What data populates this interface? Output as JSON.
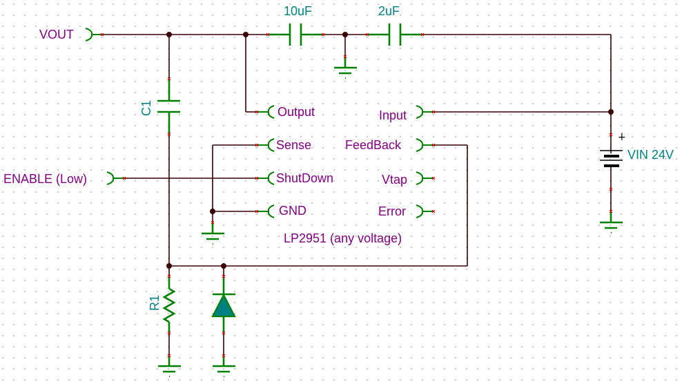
{
  "diagram": {
    "type": "electronic-schematic",
    "title": "LP2951 (any voltage)",
    "colors": {
      "wire": "#3a0000",
      "component": "#008000",
      "label_net": "#800080",
      "label_component": "#008080",
      "pin_marker": "#e00000",
      "battery": "#000000"
    },
    "ports": {
      "vout": "VOUT",
      "enable": "ENABLE (Low)"
    },
    "ic": {
      "name": "LP2951 (any voltage)",
      "pins_left": [
        "Output",
        "Sense",
        "ShutDown",
        "GND"
      ],
      "pins_right": [
        "Input",
        "FeedBack",
        "Vtap",
        "Error"
      ]
    },
    "components": {
      "c_10uf": "10uF",
      "c_2uf": "2uF",
      "c1": "C1",
      "r1": "R1",
      "battery": "VIN 24V",
      "battery_polarity": "+"
    }
  }
}
